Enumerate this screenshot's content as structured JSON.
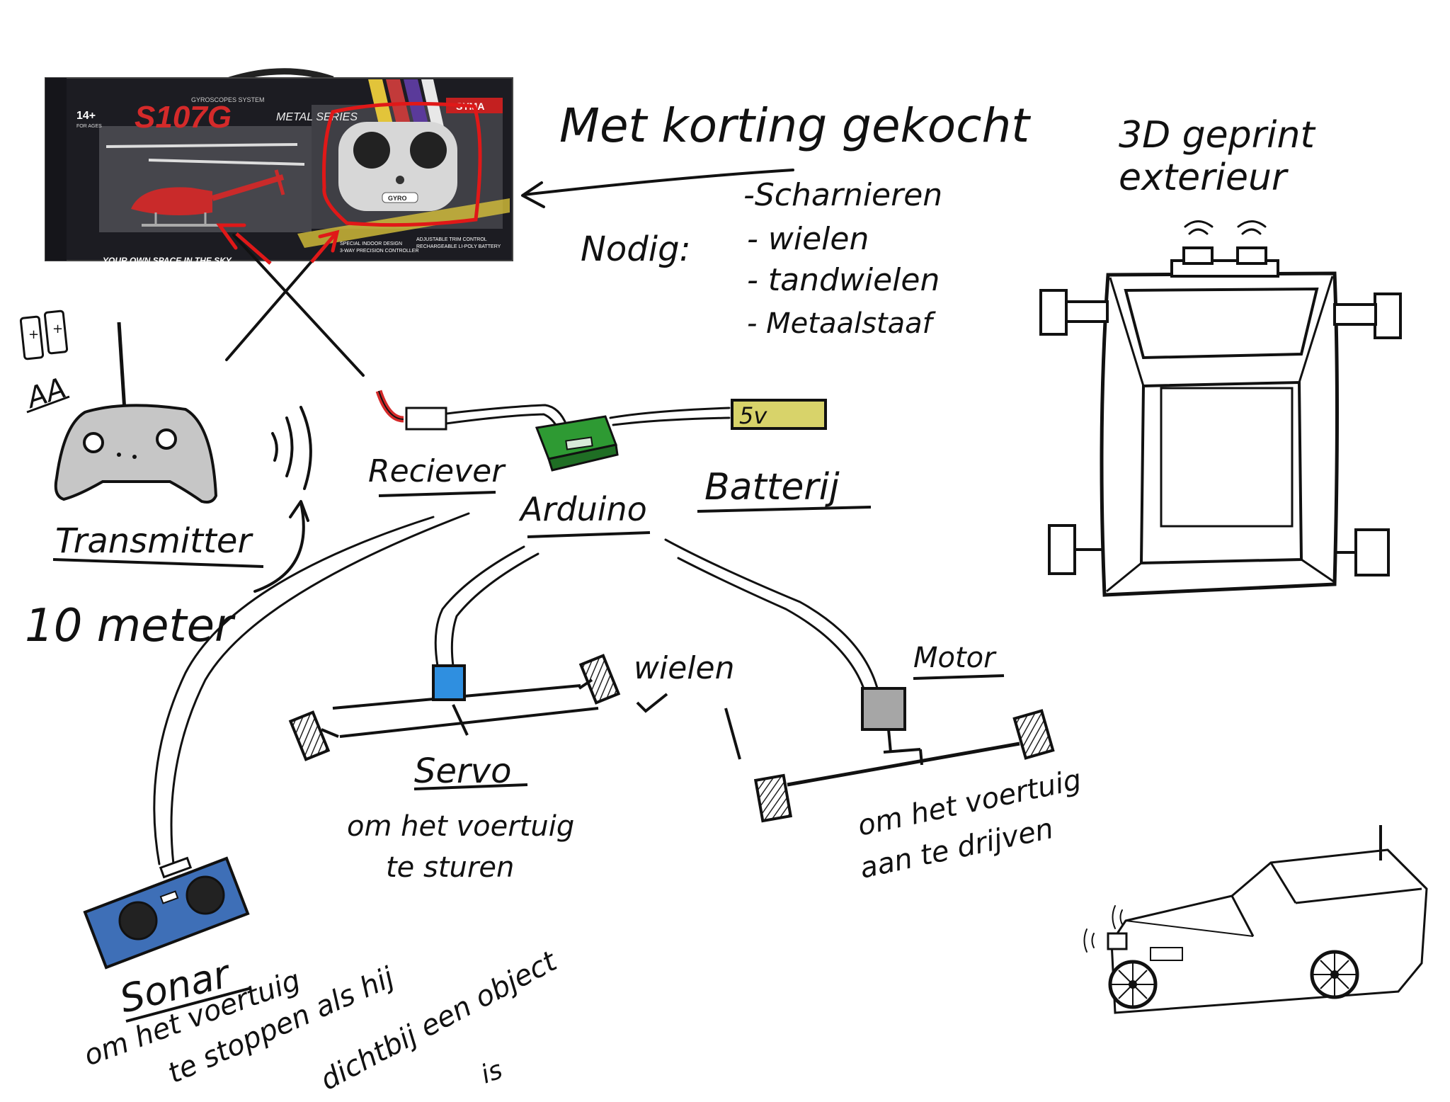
{
  "product_box": {
    "brand_model": "S107G",
    "series": "METAL SERIES",
    "topline": "GYROSCOPES SYSTEM",
    "age": "14+",
    "age_sub": "FOR AGES",
    "maker": "SYMA",
    "tagline": "YOUR OWN SPACE IN THE SKY",
    "controller_badge": "GYRO",
    "features": [
      "SPECIAL INDOOR DESIGN",
      "3-WAY PRECISION CONTROLLER",
      "ADJUSTABLE TRIM CONTROL",
      "RECHARGEABLE LI-POLY BATTERY"
    ]
  },
  "notes": {
    "bought": "Met korting gekocht",
    "printed_line1": "3D geprint",
    "printed_line2": "exterieur",
    "needed_label": "Nodig:",
    "needed_items": [
      "-Scharnieren",
      "- wielen",
      "- tandwielen",
      "- Metaalstaaf"
    ],
    "batteries": "AA",
    "distance": "10 meter"
  },
  "components": {
    "transmitter": "Transmitter",
    "receiver": "Reciever",
    "arduino": "Arduino",
    "battery": "Batterij",
    "battery_voltage": "5v",
    "servo": "Servo",
    "motor": "Motor",
    "wheels": "wielen",
    "sonar": "Sonar"
  },
  "descriptions": {
    "servo_line1": "om het voertuig",
    "servo_line2": "te sturen",
    "motor_line1": "om het voertuig",
    "motor_line2": "aan te drijven",
    "sonar_line1": "om het voertuig",
    "sonar_line2": "te stoppen als hij",
    "sonar_line3": "dichtbij een object",
    "sonar_line4": "is"
  },
  "colors": {
    "box_dark": "#1c1c22",
    "box_red": "#d42a2a",
    "annotation_red": "#e01818",
    "arduino_green": "#2e9a33",
    "battery_yellow": "#d8d36a",
    "servo_blue": "#2f8fe0",
    "motor_gray": "#a6a6a6",
    "sonar_blue": "#3e6fb7",
    "transmitter_gray": "#c6c6c6"
  }
}
